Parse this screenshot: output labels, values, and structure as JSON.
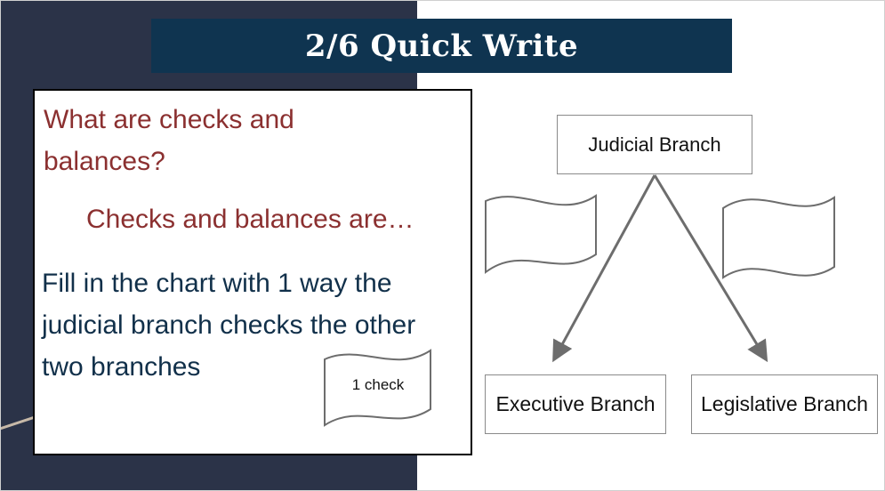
{
  "slide": {
    "title": "2/6 Quick Write",
    "prompt_question": "What are checks and balances?",
    "prompt_starter": "Checks and balances are…",
    "prompt_instruction": "Fill in the chart with 1 way the judicial branch checks the other two branches"
  },
  "diagram": {
    "top_box": "Judicial Branch",
    "left_box": "Executive Branch",
    "right_box": "Legislative Branch",
    "example_banner_label": "1 check"
  },
  "colors": {
    "dark_panel": "#2b3348",
    "title_bar": "#0f3450",
    "question_text": "#8b3030",
    "instruction_text": "#11304a",
    "arrow": "#6d6d6d"
  }
}
